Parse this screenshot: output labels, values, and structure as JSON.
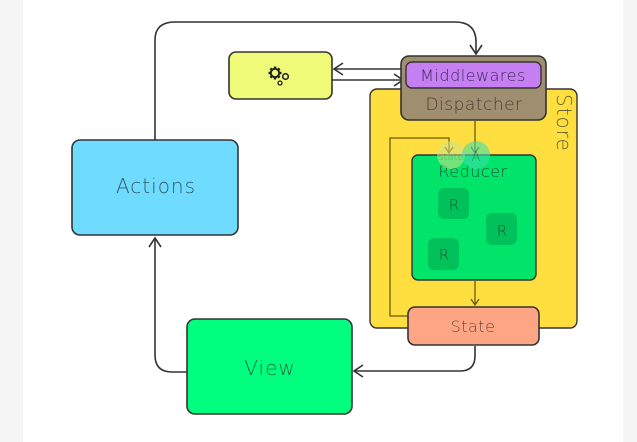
{
  "diagram": {
    "title": "Redux data flow",
    "nodes": {
      "actions": {
        "label": "Actions",
        "color": "#6fdcff"
      },
      "view": {
        "label": "View",
        "color": "#00ff7f"
      },
      "side_effects": {
        "label": "",
        "icon": "gears-icon",
        "color": "#eefa78"
      },
      "store": {
        "label": "Store",
        "color": "#fedf3f"
      },
      "middlewares": {
        "label": "Middlewares",
        "color": "#c57ff2"
      },
      "dispatcher": {
        "label": "Dispatcher",
        "color": "#9f8f70"
      },
      "reducer": {
        "label": "Reducer",
        "color": "#00e46a"
      },
      "sub_reducers": [
        "R",
        "R",
        "R"
      ],
      "state": {
        "label": "State",
        "color": "#fea586"
      },
      "input_state": {
        "label": "state"
      },
      "input_action": {
        "label": "A"
      }
    },
    "edges": [
      {
        "from": "Actions",
        "to": "Dispatcher"
      },
      {
        "from": "Middlewares",
        "to": "side_effects"
      },
      {
        "from": "side_effects",
        "to": "Middlewares"
      },
      {
        "from": "Dispatcher",
        "to": "Reducer"
      },
      {
        "from": "State",
        "to": "Reducer"
      },
      {
        "from": "Reducer",
        "to": "State"
      },
      {
        "from": "State",
        "to": "View"
      },
      {
        "from": "View",
        "to": "Actions"
      }
    ]
  }
}
